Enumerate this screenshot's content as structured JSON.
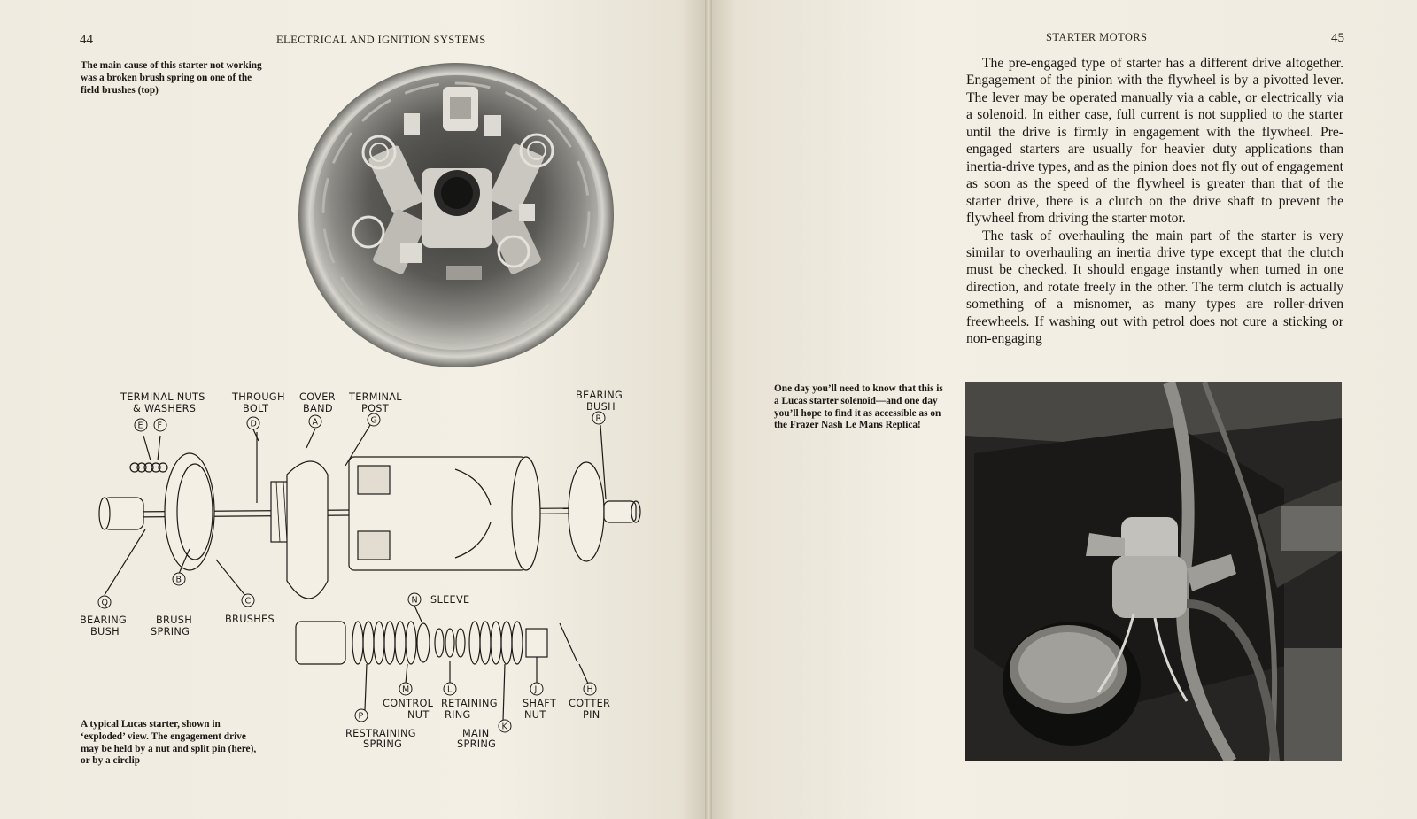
{
  "left_page": {
    "folio": "44",
    "running_head": "ELECTRICAL AND IGNITION SYSTEMS",
    "caption_top": "The main cause of this starter not working was a broken brush spring on one of the field brushes (top)",
    "caption_bottom": "A typical Lucas starter, shown in ‘exploded’ view. The engagement drive may be held by a nut and split pin (here), or by a circlip",
    "diagram_labels": {
      "terminal_nuts_1": "TERMINAL NUTS",
      "terminal_nuts_2": "& WASHERS",
      "through_bolt_1": "THROUGH",
      "through_bolt_2": "BOLT",
      "cover_band_1": "COVER",
      "cover_band_2": "BAND",
      "terminal_post_1": "TERMINAL",
      "terminal_post_2": "POST",
      "bearing_bush_r_1": "BEARING",
      "bearing_bush_r_2": "BUSH",
      "bearing_bush_q_1": "BEARING",
      "bearing_bush_q_2": "BUSH",
      "brush_spring_1": "BRUSH",
      "brush_spring_2": "SPRING",
      "brushes": "BRUSHES",
      "sleeve": "SLEEVE",
      "control_nut_1": "CONTROL",
      "control_nut_2": "NUT",
      "retaining_ring_1": "RETAINING",
      "retaining_ring_2": "RING",
      "shaft_nut_1": "SHAFT",
      "shaft_nut_2": "NUT",
      "cotter_pin_1": "COTTER",
      "cotter_pin_2": "PIN",
      "restraining_spring_1": "RESTRAINING",
      "restraining_spring_2": "SPRING",
      "main_spring_1": "MAIN",
      "main_spring_2": "SPRING"
    },
    "diagram_letters": {
      "e": "E",
      "f": "F",
      "d": "D",
      "a": "A",
      "g": "G",
      "r": "R",
      "q": "Q",
      "b": "B",
      "c": "C",
      "n": "N",
      "m": "M",
      "l": "L",
      "j": "J",
      "h": "H",
      "p": "P",
      "k": "K"
    }
  },
  "right_page": {
    "folio": "45",
    "running_head": "STARTER MOTORS",
    "paragraphs": [
      "The pre-engaged type of starter has a different drive altogether. Engagement of the pinion with the flywheel is by a pivotted lever. The lever may be operated manually via a cable, or electrically via a solenoid. In either case, full current is not supplied to the starter until the drive is firmly in engagement with the flywheel. Pre-engaged starters are usually for heavier duty applications than inertia-drive types, and as the pinion does not fly out of engagement as soon as the speed of the flywheel is greater than that of the starter drive, there is a clutch on the drive shaft to prevent the flywheel from driving the starter motor.",
      "The task of overhauling the main part of the starter is very similar to overhauling an inertia drive type except that the clutch must be checked. It should engage instantly when turned in one direction, and rotate freely in the other. The term clutch is actually something of a misnomer, as many types are roller-driven freewheels. If washing out with petrol does not cure a sticking or non-engaging"
    ],
    "caption": "One day you’ll need to know that this is a Lucas starter solenoid—and one day you’ll hope to find it as accessible as on the Frazer Nash Le Mans Replica!"
  }
}
